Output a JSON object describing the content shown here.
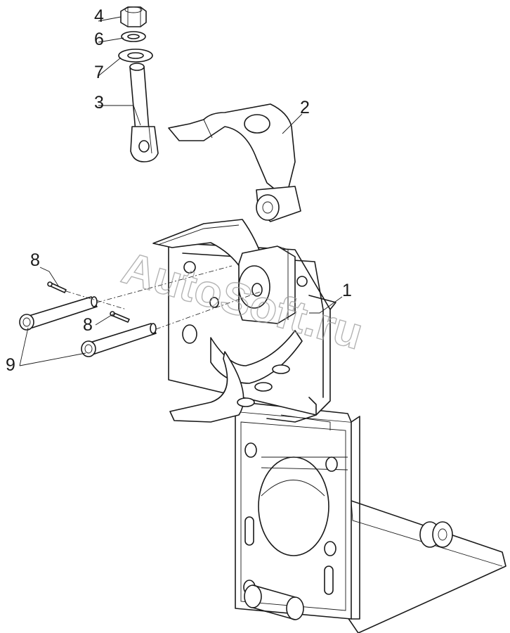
{
  "callouts": [
    {
      "id": "4",
      "label": "4"
    },
    {
      "id": "6",
      "label": "6"
    },
    {
      "id": "7",
      "label": "7"
    },
    {
      "id": "3",
      "label": "3"
    },
    {
      "id": "2",
      "label": "2"
    },
    {
      "id": "8a",
      "label": "8"
    },
    {
      "id": "8b",
      "label": "8"
    },
    {
      "id": "1",
      "label": "1"
    },
    {
      "id": "9",
      "label": "9"
    }
  ],
  "watermark": "AutoSoft.ru"
}
